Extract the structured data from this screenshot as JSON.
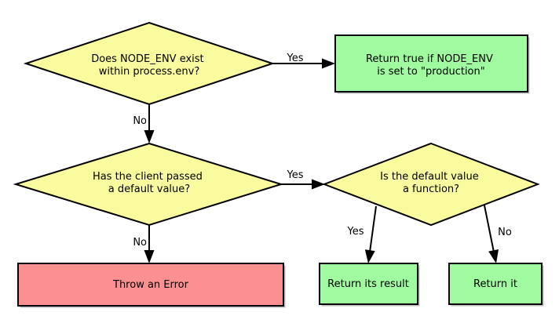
{
  "colors": {
    "canvas": "#ffffff",
    "decision_fill": "#fafa9e",
    "result_fill": "#a0fa9f",
    "error_fill": "#fc9090",
    "stroke": "#000000"
  },
  "nodes": {
    "decision_node_env": {
      "type": "decision",
      "line1": "Does NODE_ENV exist",
      "line2": "within process.env?"
    },
    "result_production": {
      "type": "result",
      "line1": "Return true if NODE_ENV",
      "line2": "is set to \"production\""
    },
    "decision_default_value": {
      "type": "decision",
      "line1": "Has the client passed",
      "line2": "a default value?"
    },
    "decision_is_function": {
      "type": "decision",
      "line1": "Is the default value",
      "line2": "a function?"
    },
    "error_throw": {
      "type": "error",
      "label": "Throw an Error"
    },
    "result_its_result": {
      "type": "result",
      "label": "Return its result"
    },
    "result_return_it": {
      "type": "result",
      "label": "Return it"
    }
  },
  "edges": {
    "env_yes": {
      "label": "Yes"
    },
    "env_no": {
      "label": "No"
    },
    "default_yes": {
      "label": "Yes"
    },
    "default_no": {
      "label": "No"
    },
    "function_yes": {
      "label": "Yes"
    },
    "function_no": {
      "label": "No"
    }
  }
}
